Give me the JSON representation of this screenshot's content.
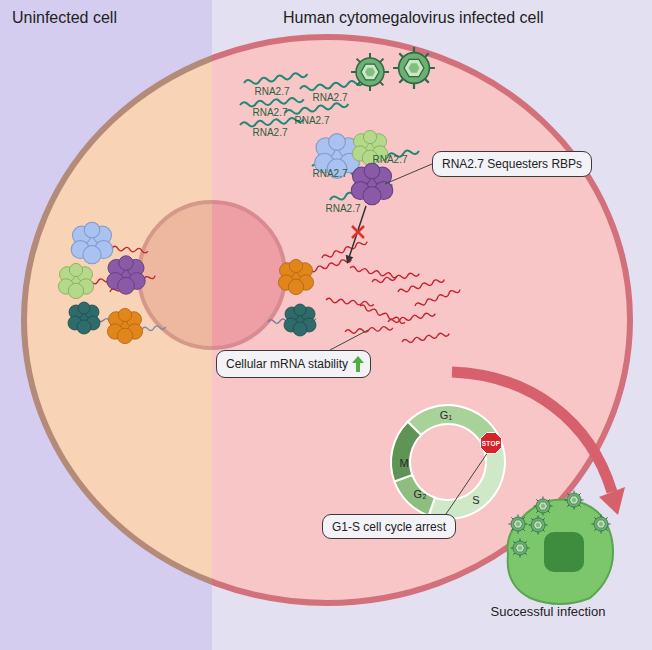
{
  "diagram": {
    "nodes": [
      {
        "text": [
          "Uninfected cell"
        ]
      },
      {
        "text": [
          "Human cytomegalovirus infected cell"
        ]
      },
      {
        "text": [
          "RNA2.7 Sequesters RBPs"
        ],
        "in": 1
      },
      {
        "text": [
          "Cellular mRNA stability"
        ],
        "in": 1
      },
      {
        "text": [
          "STOP"
        ],
        "in": 1
      },
      {
        "text": [
          "G1-S cell cycle arrest"
        ],
        "in": 1
      }
    ],
    "labels": [
      "RNA2.7",
      "RNA2.7",
      "RNA2.7",
      "RNA2.7",
      "RNA2.7",
      "RNA2.7",
      "RNA2.7",
      "RNA2.7",
      "G₁",
      "S",
      "G₂",
      "M",
      "Successful infection"
    ]
  }
}
